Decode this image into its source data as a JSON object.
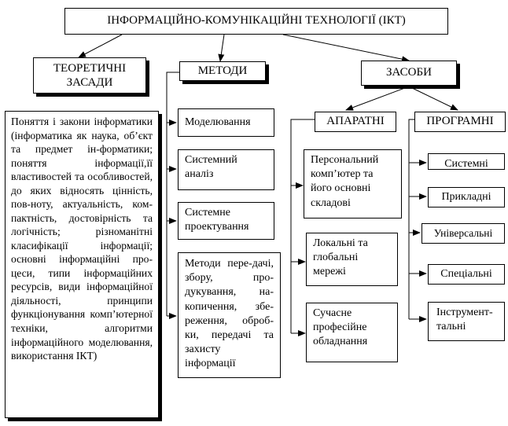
{
  "title": "ІНФОРМАЦІЙНО-КОМУНІКАЦІЙНІ ТЕХНОЛОГІЇ (ІКТ)",
  "theory": {
    "header": "ТЕОРЕТИЧНІ ЗАСАДИ",
    "text": "Поняття і закони інформатики (інформатика як наука, об’єкт та предмет ін-форматики; поняття інформації,її властивостей та особливостей, до яких відносять цінність, пов-ноту, актуальність, ком-пактність, достовірність та логічність; різноманітні класифікації інформації; основні інформаційні про-цеси, типи інформаційних ресурсів, види інформаційної діяльності, принципи функціонування комп’ютерної техніки, алгоритми інформаційного моделювання, використання ІКТ)"
  },
  "methods": {
    "header": "МЕТОДИ",
    "items": [
      "Моделювання",
      "Системний аналіз",
      "Системне проектування",
      "Методи пере-дачі, збору, про-дукування, на-копичення, збе-реження, оброб-ки, передачі та захисту інформації"
    ]
  },
  "means": {
    "header": "ЗАСОБИ",
    "hardware": {
      "header": "АПАРАТНІ",
      "items": [
        "Персональний комп’ютер та його основні складові",
        "Локальні та глобальні мережі",
        "Сучасне професійне обладнання"
      ]
    },
    "software": {
      "header": "ПРОГРАМНІ",
      "items": [
        "Системні",
        "Прикладні",
        "Універсальні",
        "Спеціальні",
        "Інструмент-тальні"
      ]
    }
  }
}
